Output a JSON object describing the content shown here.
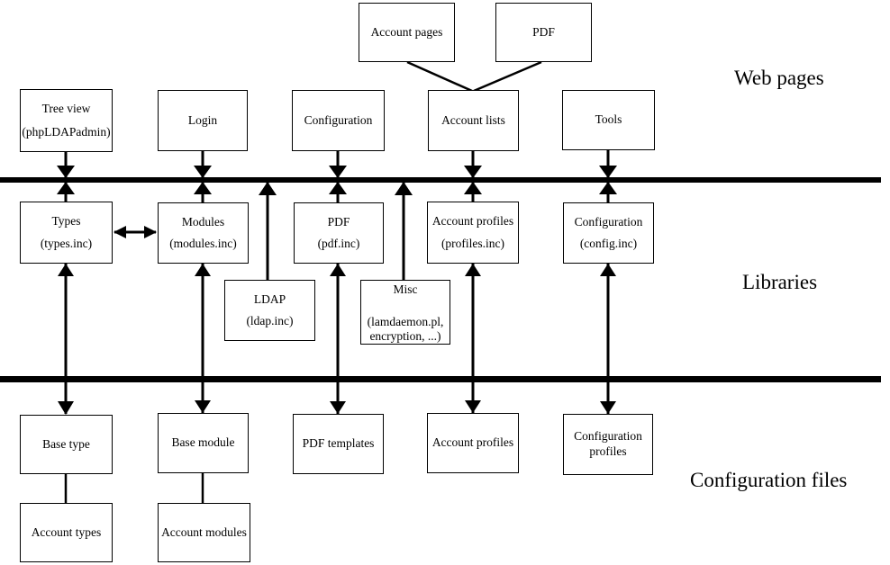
{
  "diagram": {
    "layer_labels": {
      "web_pages": "Web pages",
      "libraries": "Libraries",
      "configuration_files": "Configuration files"
    },
    "boxes": {
      "account_pages": {
        "lines": [
          "Account pages"
        ]
      },
      "pdf_page": {
        "lines": [
          "PDF"
        ]
      },
      "tree_view": {
        "lines": [
          "Tree view",
          "(phpLDAPadmin)"
        ]
      },
      "login": {
        "lines": [
          "Login"
        ]
      },
      "configuration_page": {
        "lines": [
          "Configuration"
        ]
      },
      "account_lists": {
        "lines": [
          "Account lists"
        ]
      },
      "tools": {
        "lines": [
          "Tools"
        ]
      },
      "types": {
        "lines": [
          "Types",
          "(types.inc)"
        ]
      },
      "modules": {
        "lines": [
          "Modules",
          "(modules.inc)"
        ]
      },
      "pdf_lib": {
        "lines": [
          "PDF",
          "(pdf.inc)"
        ]
      },
      "account_profiles_lib": {
        "lines": [
          "Account profiles",
          "(profiles.inc)"
        ]
      },
      "configuration_lib": {
        "lines": [
          "Configuration",
          "(config.inc)"
        ]
      },
      "ldap": {
        "lines": [
          "LDAP",
          "(ldap.inc)"
        ]
      },
      "misc": {
        "lines": [
          "Misc",
          "(lamdaemon.pl,",
          "encryption, ...)"
        ]
      },
      "base_type": {
        "lines": [
          "Base type"
        ]
      },
      "base_module": {
        "lines": [
          "Base module"
        ]
      },
      "pdf_templates": {
        "lines": [
          "PDF templates"
        ]
      },
      "account_profiles_file": {
        "lines": [
          "Account profiles"
        ]
      },
      "configuration_profiles": {
        "lines": [
          "Configuration",
          "profiles"
        ]
      },
      "account_types": {
        "lines": [
          "Account types"
        ]
      },
      "account_modules": {
        "lines": [
          "Account modules"
        ]
      }
    }
  }
}
